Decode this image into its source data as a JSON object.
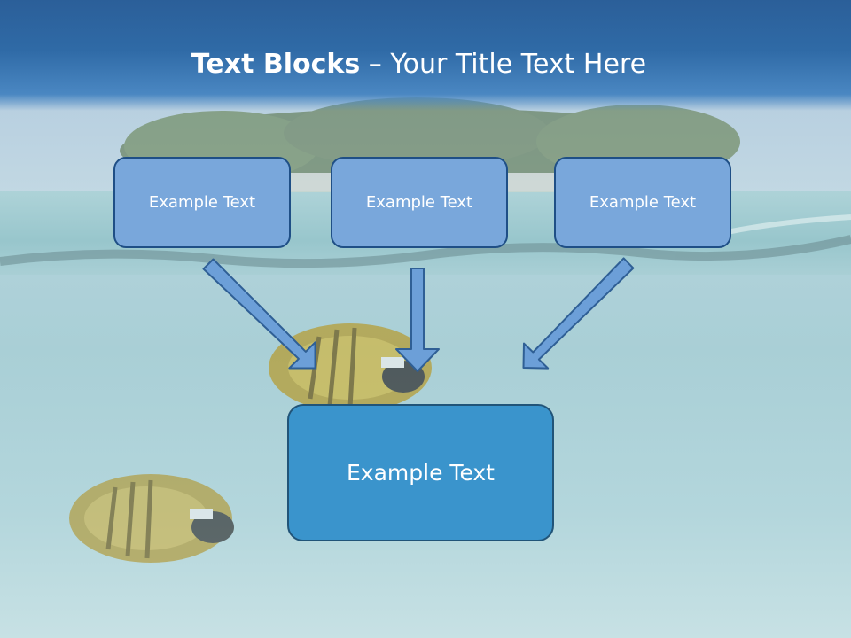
{
  "title": {
    "strong": "Text Blocks",
    "dash": " – ",
    "rest": "Your Title Text Here"
  },
  "blocks": [
    {
      "label": "Example Text"
    },
    {
      "label": "Example Text"
    },
    {
      "label": "Example Text"
    }
  ],
  "result": {
    "label": "Example Text"
  },
  "colors": {
    "header": "#2b5f99",
    "small_box_fill": "#79a7db",
    "big_box_fill": "#3a94cc",
    "box_border": "#1f4f86",
    "arrow_fill": "#6c9fd8",
    "arrow_stroke": "#2f5f95"
  }
}
